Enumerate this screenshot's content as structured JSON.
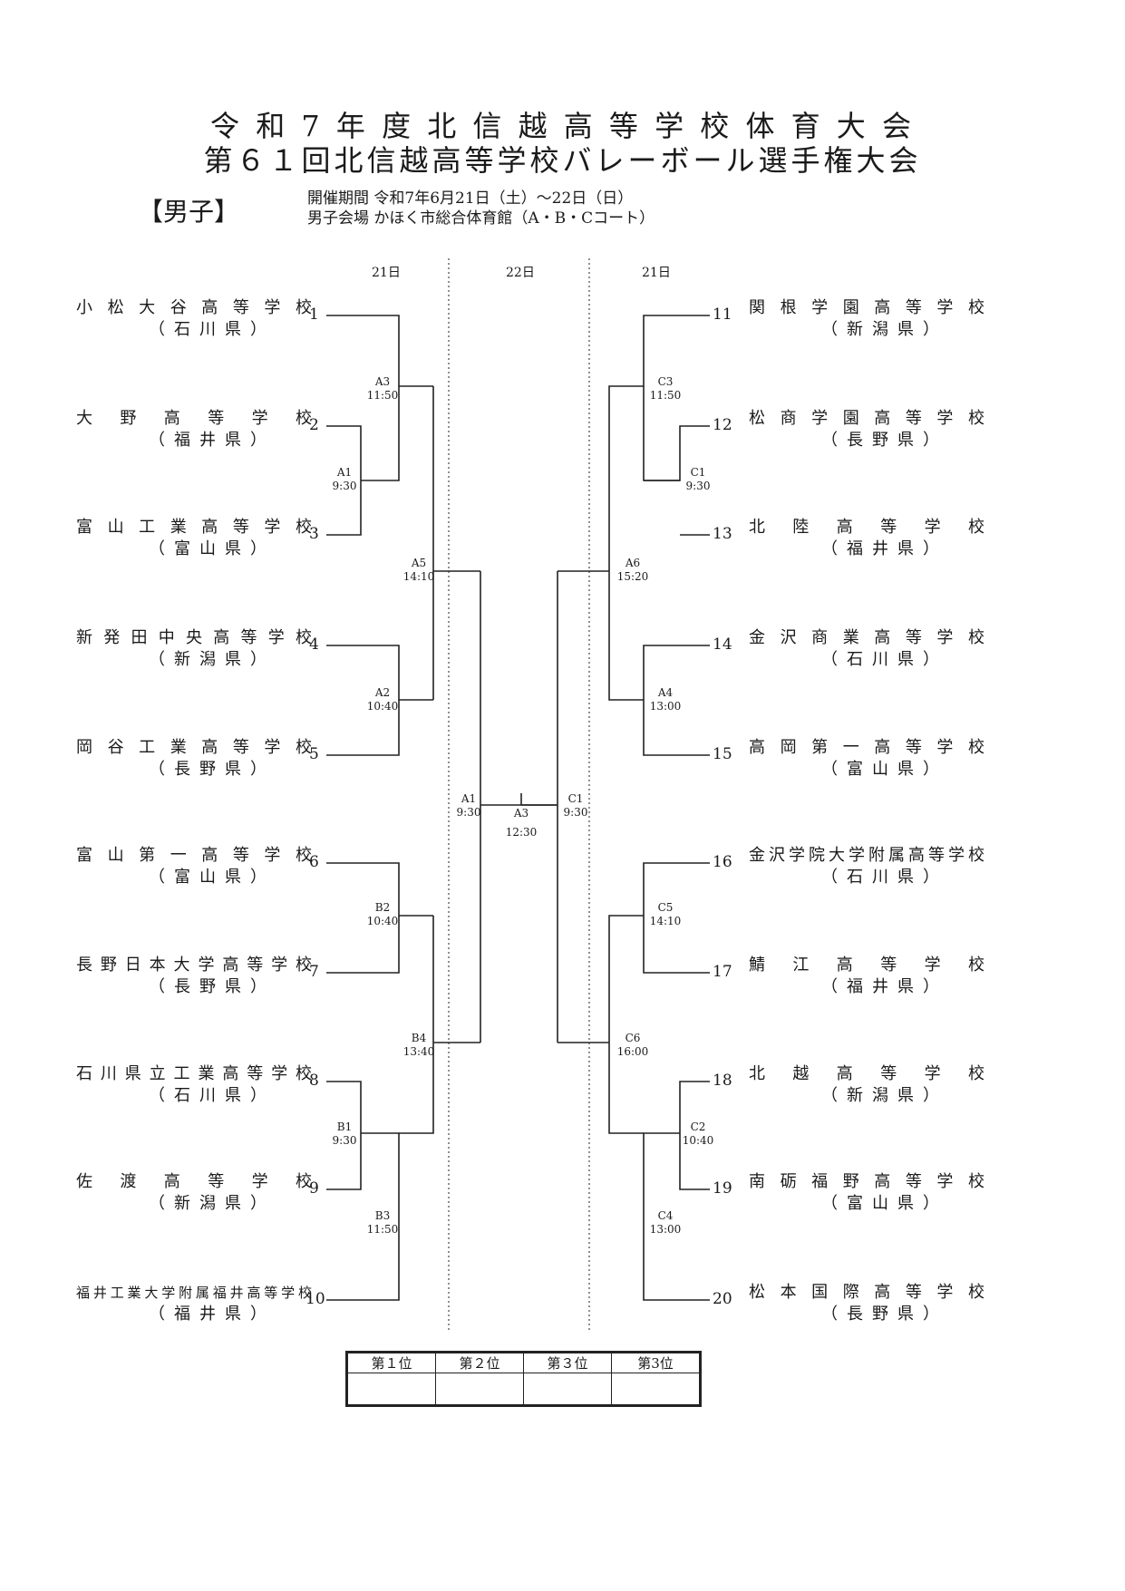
{
  "header": {
    "title_line1": "令 和 7 年 度 北 信 越 高 等 学 校 体 育 大 会",
    "title_line2": "第６１回北信越高等学校バレーボール選手権大会",
    "division": "【男子】",
    "period": "開催期間 令和7年6月21日（土）～22日（日）",
    "venue": "男子会場 かほく市総合体育館（A・B・Cコート）"
  },
  "days": {
    "left": "21日",
    "center": "22日",
    "right": "21日"
  },
  "teams_left": [
    {
      "seed": "1",
      "name": "小松大谷高等学校",
      "pref": "（石川県）"
    },
    {
      "seed": "2",
      "name": "大野高等学校",
      "pref": "（福井県）"
    },
    {
      "seed": "3",
      "name": "富山工業高等学校",
      "pref": "（富山県）"
    },
    {
      "seed": "4",
      "name": "新発田中央高等学校",
      "pref": "（新潟県）"
    },
    {
      "seed": "5",
      "name": "岡谷工業高等学校",
      "pref": "（長野県）"
    },
    {
      "seed": "6",
      "name": "富山第一高等学校",
      "pref": "（富山県）"
    },
    {
      "seed": "7",
      "name": "長野日本大学高等学校",
      "pref": "（長野県）"
    },
    {
      "seed": "8",
      "name": "石川県立工業高等学校",
      "pref": "（石川県）"
    },
    {
      "seed": "9",
      "name": "佐渡高等学校",
      "pref": "（新潟県）"
    },
    {
      "seed": "10",
      "name": "福井工業大学附属福井高等学校",
      "pref": "（福井県）"
    }
  ],
  "teams_right": [
    {
      "seed": "11",
      "name": "関根学園高等学校",
      "pref": "（新潟県）"
    },
    {
      "seed": "12",
      "name": "松商学園高等学校",
      "pref": "（長野県）"
    },
    {
      "seed": "13",
      "name": "北陸高等学校",
      "pref": "（福井県）"
    },
    {
      "seed": "14",
      "name": "金沢商業高等学校",
      "pref": "（石川県）"
    },
    {
      "seed": "15",
      "name": "高岡第一高等学校",
      "pref": "（富山県）"
    },
    {
      "seed": "16",
      "name": "金沢学院大学附属高等学校",
      "pref": "（石川県）"
    },
    {
      "seed": "17",
      "name": "鯖江高等学校",
      "pref": "（福井県）"
    },
    {
      "seed": "18",
      "name": "北越高等学校",
      "pref": "（新潟県）"
    },
    {
      "seed": "19",
      "name": "南砺福野高等学校",
      "pref": "（富山県）"
    },
    {
      "seed": "20",
      "name": "松本国際高等学校",
      "pref": "（長野県）"
    }
  ],
  "matches": {
    "A1": {
      "court": "A1",
      "time": "9:30"
    },
    "A2": {
      "court": "A2",
      "time": "10:40"
    },
    "A3": {
      "court": "A3",
      "time": "11:50"
    },
    "A5": {
      "court": "A5",
      "time": "14:10"
    },
    "B1": {
      "court": "B1",
      "time": "9:30"
    },
    "B2": {
      "court": "B2",
      "time": "10:40"
    },
    "B3": {
      "court": "B3",
      "time": "11:50"
    },
    "B4": {
      "court": "B4",
      "time": "13:40"
    },
    "C1": {
      "court": "C1",
      "time": "9:30"
    },
    "C3": {
      "court": "C3",
      "time": "11:50"
    },
    "A6": {
      "court": "A6",
      "time": "15:20"
    },
    "A4": {
      "court": "A4",
      "time": "13:00"
    },
    "C5": {
      "court": "C5",
      "time": "14:10"
    },
    "C6": {
      "court": "C6",
      "time": "16:00"
    },
    "C2": {
      "court": "C2",
      "time": "10:40"
    },
    "C4": {
      "court": "C4",
      "time": "13:00"
    },
    "SF_L": {
      "court": "A1",
      "time": "9:30"
    },
    "SF_R": {
      "court": "C1",
      "time": "9:30"
    },
    "FINAL": {
      "court": "A3",
      "time": "12:30"
    }
  },
  "results_table": {
    "headers": [
      "第１位",
      "第２位",
      "第３位",
      "第3位"
    ]
  }
}
